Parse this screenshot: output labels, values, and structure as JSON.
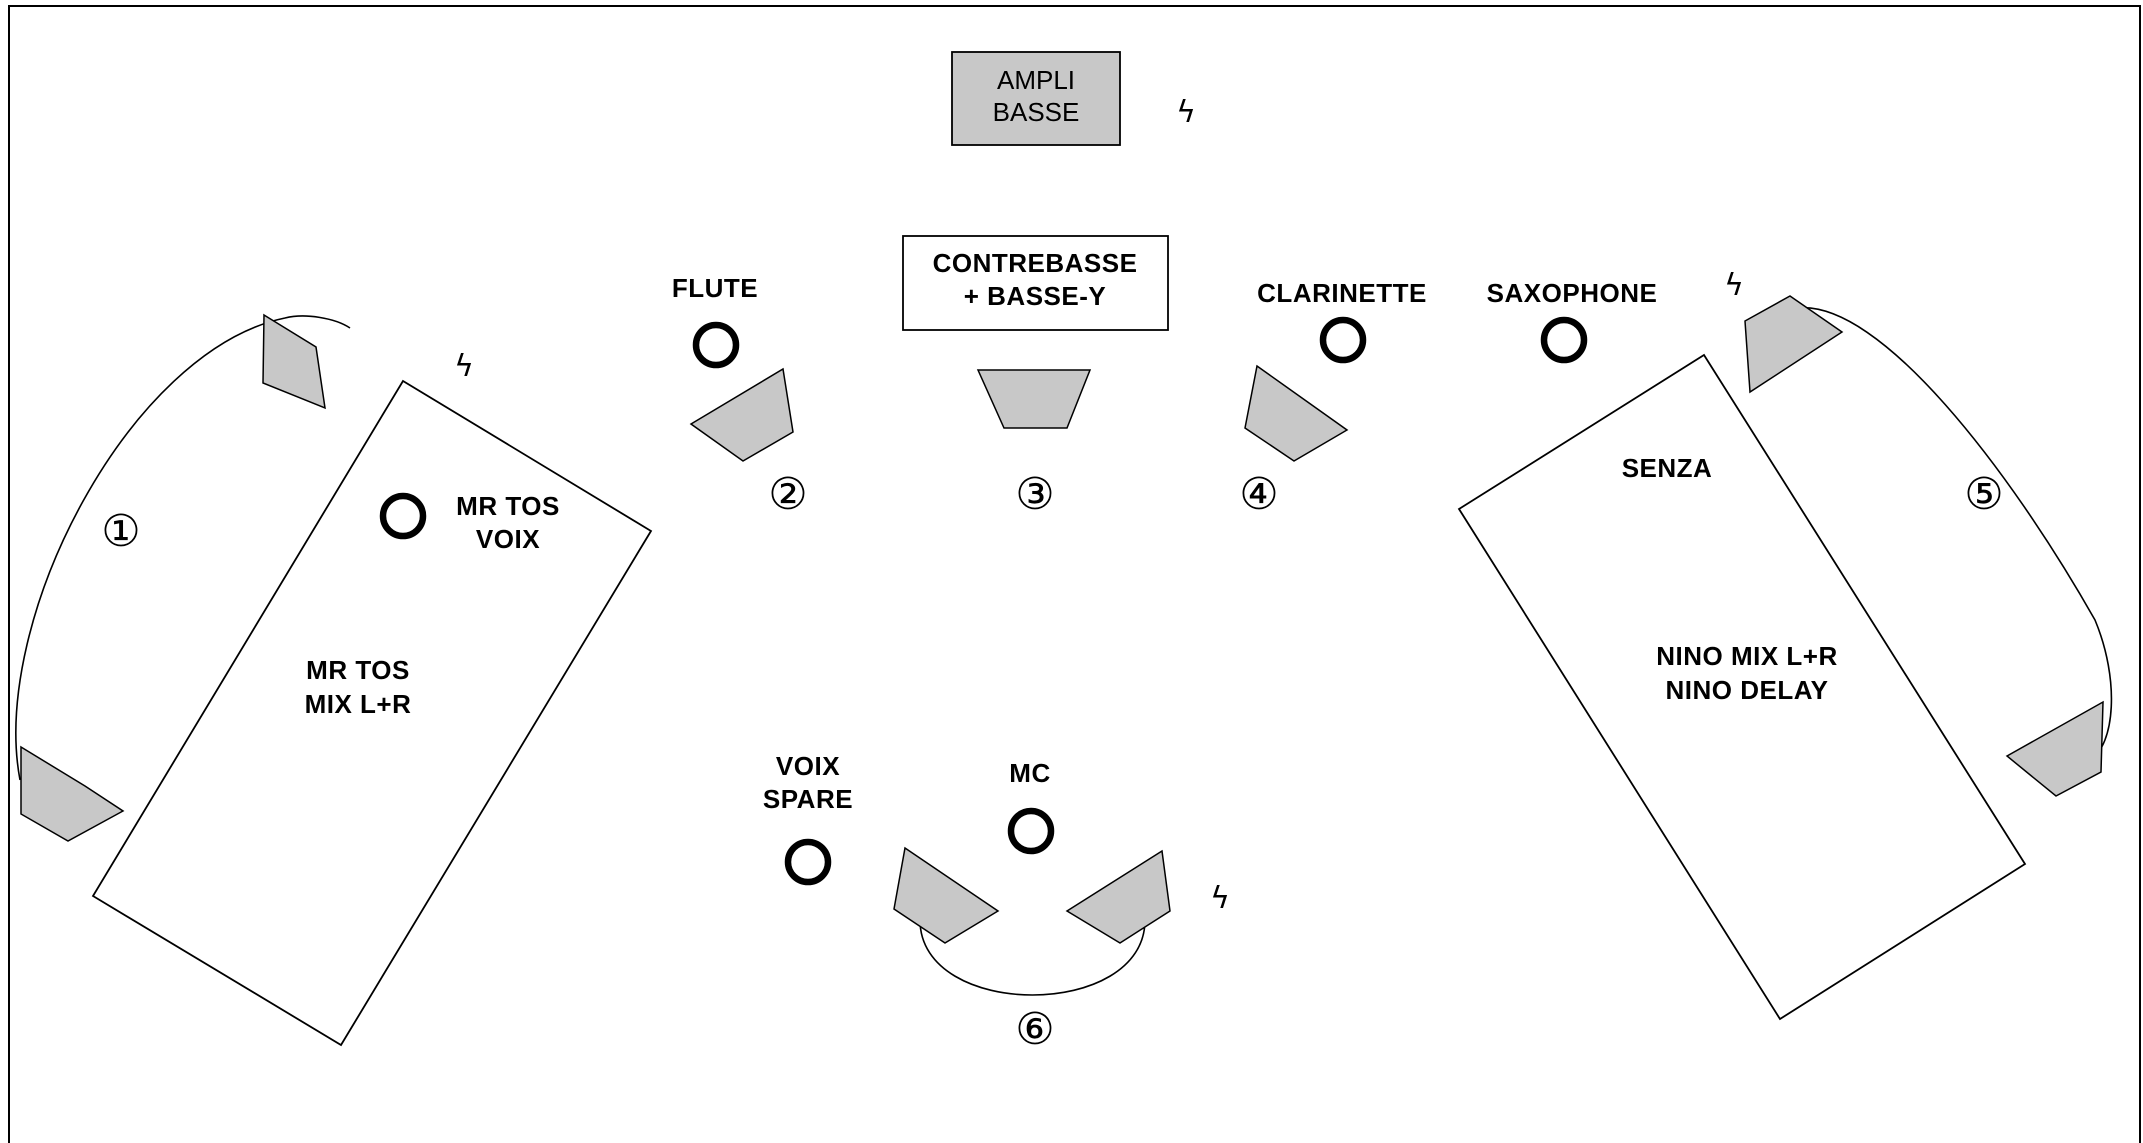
{
  "colors": {
    "wedge_fill": "#c8c8c8",
    "ampli_fill": "#c8c8c8",
    "outline": "#000000",
    "background": "#ffffff"
  },
  "ampli": {
    "line1": "AMPLI",
    "line2": "BASSE"
  },
  "contrebasse": {
    "line1": "CONTREBASSE",
    "line2": "+ BASSE-Y"
  },
  "mics": {
    "flute": "FLUTE",
    "clarinette": "CLARINETTE",
    "saxophone": "SAXOPHONE",
    "mc": "MC",
    "voix_spare": {
      "line1": "VOIX",
      "line2": "SPARE"
    },
    "mr_tos_voix": {
      "line1": "MR TOS",
      "line2": "VOIX"
    }
  },
  "risers": {
    "left": {
      "line1": "MR TOS",
      "line2": "MIX L+R"
    },
    "right": {
      "top": "SENZA",
      "line1": "NINO MIX L+R",
      "line2": "NINO DELAY"
    }
  },
  "monitor_numbers": [
    "①",
    "②",
    "③",
    "④",
    "⑤",
    "⑥"
  ],
  "power_symbol": "ϟ",
  "icons": [
    "power-outlet-icon",
    "microphone-stand-icon",
    "monitor-wedge-icon"
  ]
}
